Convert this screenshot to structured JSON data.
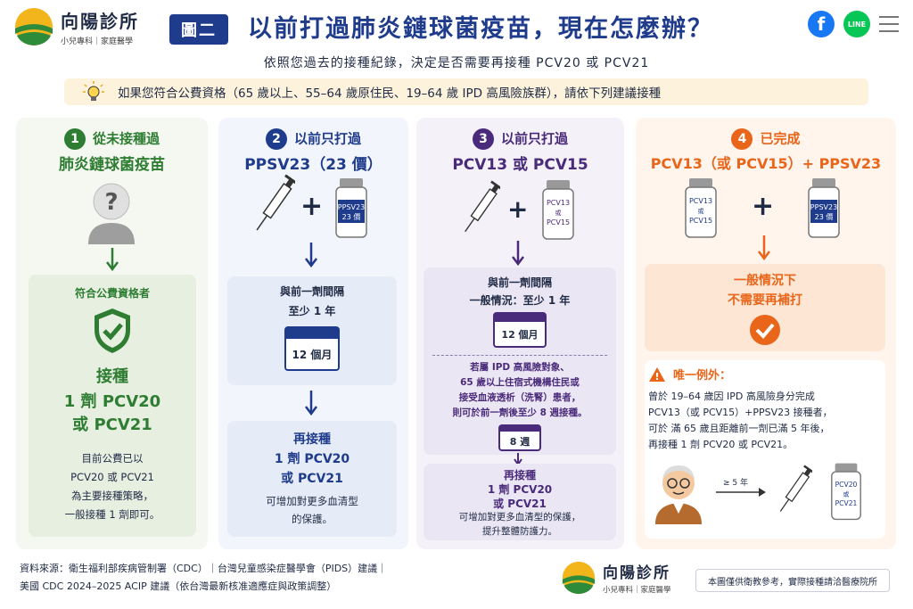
{
  "header": {
    "logo_name": "向陽診所",
    "logo_sub": "小兒專科｜家庭醫學",
    "tag": "圖二",
    "title": "以前打過肺炎鏈球菌疫苗，現在怎麼辦？",
    "fb_label": "f",
    "line_label": "LINE"
  },
  "subtitle": "依照您過去的接種紀錄，決定是否需要再接種 PCV20 或 PCV21",
  "banner": "如果您符合公費資格（65 歲以上、55–64 歲原住民、19–64 歲 IPD 高風險族群），請依下列建議接種",
  "col1": {
    "num": "1",
    "title1": "從未接種過",
    "title2": "肺炎鏈球菌疫苗",
    "qmark": "?",
    "eligible": "符合公費資格者",
    "rec1": "接種",
    "rec2": "1 劑 PCV20",
    "rec3": "或 PCV21",
    "note1": "目前公費已以",
    "note2": "PCV20 或 PCV21",
    "note3": "為主要接種策略，",
    "note4": "一般接種 1 劑即可。"
  },
  "col2": {
    "num": "2",
    "title1": "以前只打過",
    "title2": "PPSV23（23 價）",
    "vial1": "PPSV23",
    "vial2": "23 價",
    "interval1": "與前一劑間隔",
    "interval2": "至少 1 年",
    "cal": "12 個月",
    "rec1": "再接種",
    "rec2": "1 劑 PCV20",
    "rec3": "或 PCV21",
    "note1": "可增加對更多血清型",
    "note2": "的保護。"
  },
  "col3": {
    "num": "3",
    "title1": "以前只打過",
    "title2": "PCV13 或 PCV15",
    "vial1": "PCV13",
    "vial2": "或",
    "vial3": "PCV15",
    "interval1": "與前一劑間隔",
    "interval2": "一般情況：至少 1 年",
    "cal": "12 個月",
    "risk1": "若屬 IPD 高風險對象、",
    "risk2": "65 歲以上住宿式機構住民或",
    "risk3": "接受血液透析（洗腎）患者，",
    "risk4": "則可於前一劑後至少 8 週接種。",
    "cal2": "8 週",
    "rec1": "再接種",
    "rec2": "1 劑 PCV20",
    "rec3": "或 PCV21",
    "note1": "可增加對更多血清型的保護，",
    "note2": "提升整體防護力。"
  },
  "col4": {
    "num": "4",
    "title1": "已完成",
    "title2": "PCV13（或 PCV15）+ PPSV23",
    "vialA1": "PCV13",
    "vialA2": "或",
    "vialA3": "PCV15",
    "vialB1": "PPSV23",
    "vialB2": "23 價",
    "result1": "一般情況下",
    "result2": "不需要再補打",
    "exc_title": "唯一例外：",
    "exc1": "曾於 19–64 歲因 IPD 高風險身分完成",
    "exc2": "PCV13（或 PCV15）+PPSV23 接種者，",
    "exc3": "可於 滿 65 歲且距離前一劑已滿 5 年後，",
    "exc4": "再接種 1 劑 PCV20 或 PCV21。",
    "years": "≥ 5 年",
    "vialC1": "PCV20",
    "vialC2": "或",
    "vialC3": "PCV21"
  },
  "footer": {
    "src1": "資料來源：衛生福利部疾病管制署（CDC）｜台灣兒童感染症醫學會（PIDS）建議｜",
    "src2": "美國 CDC 2024–2025 ACIP 建議（依台灣最新核准適應症與政策調整）",
    "logo_name": "向陽診所",
    "logo_sub": "小兒專科｜家庭醫學",
    "disclaimer": "本圖僅供衛教參考，實際接種請洽醫療院所"
  },
  "colors": {
    "navy": "#1f3b8c",
    "green": "#2e7d32",
    "purple": "#4a2a7a",
    "orange": "#e8651a"
  },
  "icons": [
    "sun-logo-icon",
    "facebook-icon",
    "line-icon",
    "menu-icon",
    "lightbulb-icon",
    "question-person-icon",
    "shield-check-icon",
    "syringe-icon",
    "plus-icon",
    "vial-icon",
    "arrow-down-icon",
    "calendar-icon",
    "check-circle-icon",
    "warning-icon",
    "elderly-man-icon",
    "arrow-right-icon"
  ]
}
